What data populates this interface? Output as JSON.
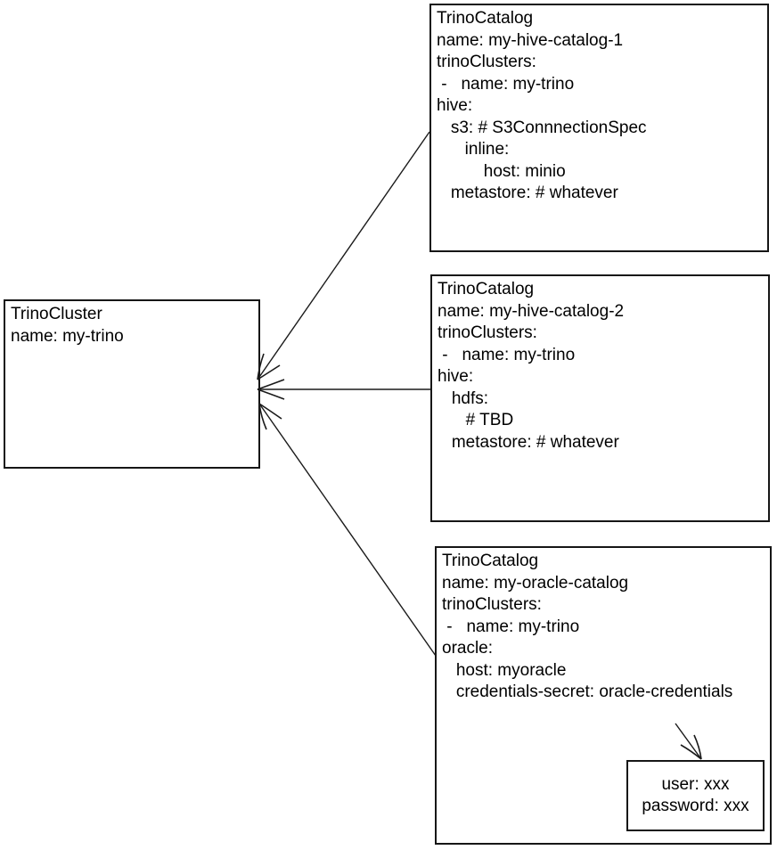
{
  "colors": {
    "stroke": "#1a1a1a",
    "background": "#ffffff",
    "text": "#000000"
  },
  "cluster": {
    "name": "TrinoCluster my-trino",
    "lines": [
      "TrinoCluster",
      "name: my-trino"
    ]
  },
  "catalogs": [
    {
      "name": "TrinoCatalog my-hive-catalog-1",
      "lines": [
        "TrinoCatalog",
        "name: my-hive-catalog-1",
        "trinoClusters:",
        " -   name: my-trino",
        "hive:",
        "   s3: # S3ConnnectionSpec",
        "      inline:",
        "          host: minio",
        "   metastore: # whatever"
      ]
    },
    {
      "name": "TrinoCatalog my-hive-catalog-2",
      "lines": [
        "TrinoCatalog",
        "name: my-hive-catalog-2",
        "trinoClusters:",
        " -   name: my-trino",
        "hive:",
        "   hdfs:",
        "      # TBD",
        "   metastore: # whatever"
      ]
    },
    {
      "name": "TrinoCatalog my-oracle-catalog",
      "lines": [
        "TrinoCatalog",
        "name: my-oracle-catalog",
        "trinoClusters:",
        " -   name: my-trino",
        "oracle:",
        "   host: myoracle",
        "   credentials-secret: oracle-credentials"
      ]
    }
  ],
  "secret": {
    "name": "oracle-credentials secret",
    "lines": [
      "user: xxx",
      "password: xxx"
    ]
  },
  "connections": [
    {
      "from": "TrinoCatalog my-hive-catalog-1",
      "to": "TrinoCluster my-trino"
    },
    {
      "from": "TrinoCatalog my-hive-catalog-2",
      "to": "TrinoCluster my-trino"
    },
    {
      "from": "TrinoCatalog my-oracle-catalog",
      "to": "TrinoCluster my-trino"
    },
    {
      "from": "credentials-secret: oracle-credentials",
      "to": "oracle-credentials secret"
    }
  ]
}
